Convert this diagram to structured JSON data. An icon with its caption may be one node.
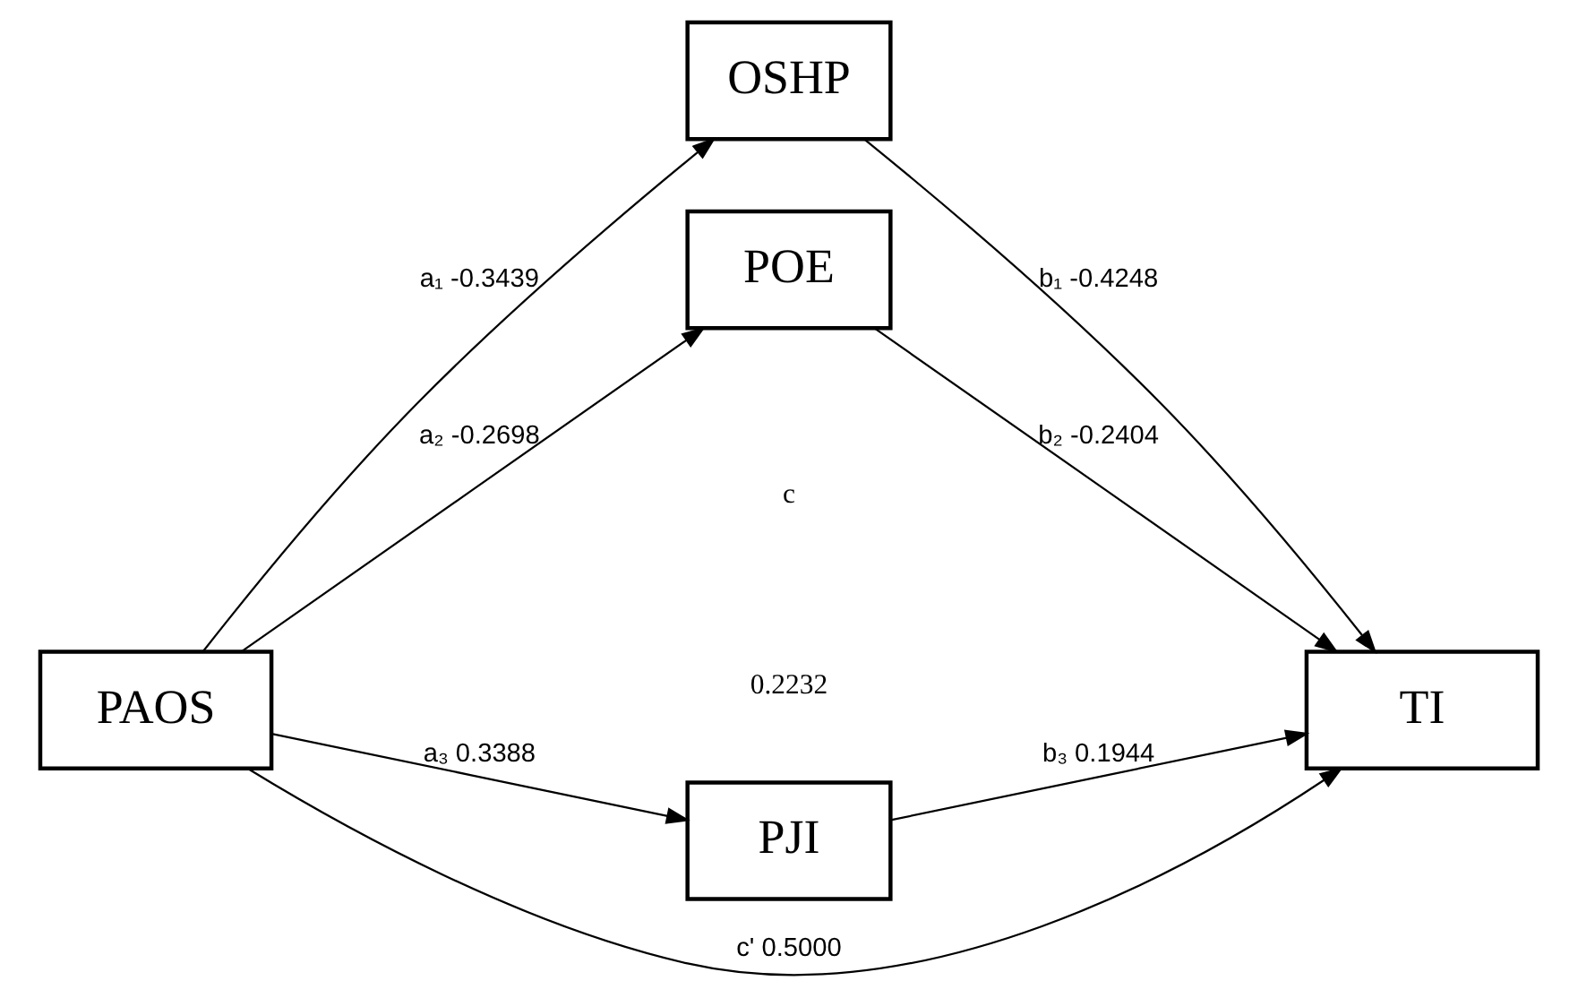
{
  "diagram": {
    "nodes": [
      {
        "text": [
          "PAOS"
        ]
      },
      {
        "text": [
          "OSHP"
        ]
      },
      {
        "text": [
          "POE"
        ]
      },
      {
        "text": [
          "PJI"
        ]
      },
      {
        "text": [
          "TI"
        ]
      }
    ],
    "edges": [
      {
        "from": 0,
        "to": 1,
        "arrow": "to",
        "label": "a₁ -0.3439"
      },
      {
        "from": 0,
        "to": 2,
        "arrow": "to",
        "label": "a₂ -0.2698"
      },
      {
        "from": 0,
        "to": 4,
        "arrow": "to",
        "label": "c' 0.5000"
      },
      {
        "from": 0,
        "to": 3,
        "arrow": "to",
        "label": "a₃ 0.3388"
      },
      {
        "from": 1,
        "to": 4,
        "arrow": "to",
        "label": "b₁ -0.4248"
      },
      {
        "from": 2,
        "to": 4,
        "arrow": "to",
        "label": "b₂ -0.2404"
      },
      {
        "from": 3,
        "to": 4,
        "arrow": "to",
        "label": "b₃ 0.1944"
      }
    ],
    "labels": [
      "c",
      "0.2232"
    ]
  }
}
